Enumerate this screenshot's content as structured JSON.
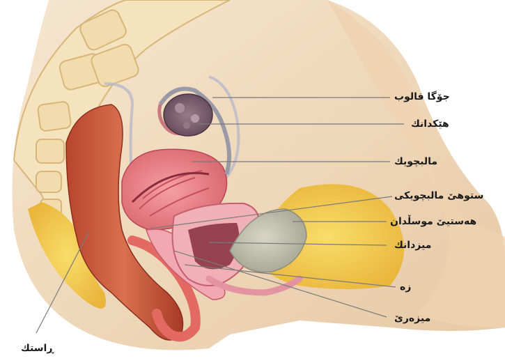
{
  "labels": {
    "fallopian_tube": "جۆگا فالوب",
    "ovary": "هێکدانك",
    "uterus": "مالبچويك",
    "cervix": "ستوهێ مالبچويكى",
    "bladder": "هەستيێ موسڵدان",
    "urethra": "ميزدانك",
    "vagina": "زه",
    "clitoris": "ميزەرێ",
    "rectum": "ڕاستك"
  }
}
